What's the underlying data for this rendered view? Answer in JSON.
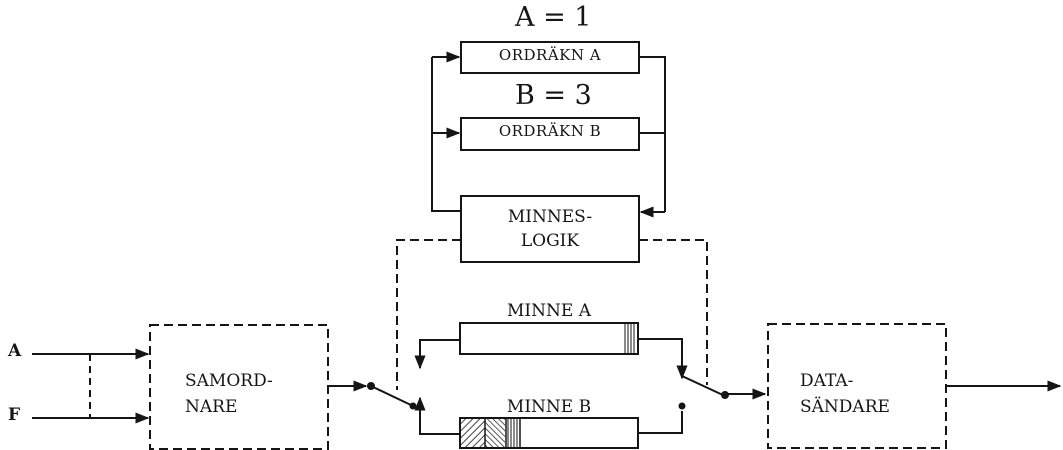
{
  "labels": {
    "a_eq": "A = 1",
    "b_eq": "B = 3",
    "ordrakn_a": "ORDRÄKN A",
    "ordrakn_b": "ORDRÄKN B",
    "minneslogik_line1": "MINNES-",
    "minneslogik_line2": "LOGIK",
    "minne_a": "MINNE A",
    "minne_b": "MINNE B",
    "samordnare_line1": "SAMORD-",
    "samordnare_line2": "NARE",
    "datasandare_line1": "DATA-",
    "datasandare_line2": "SÄNDARE",
    "input_a": "A",
    "input_f": "F"
  },
  "colors": {
    "ink": "#151515",
    "background": "#ffffff"
  }
}
